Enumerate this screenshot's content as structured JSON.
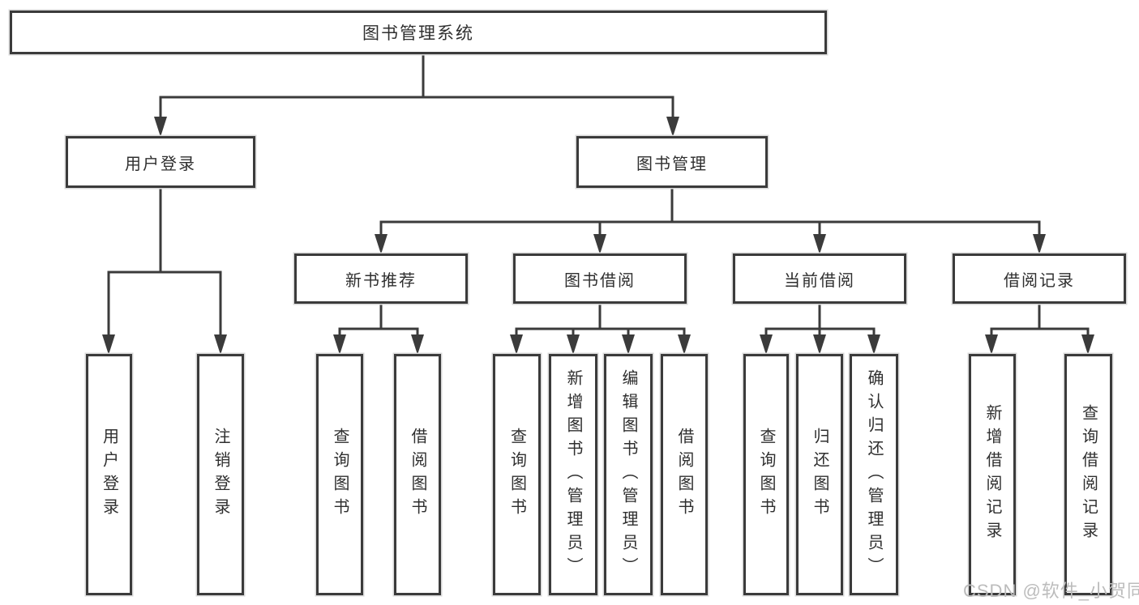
{
  "diagram": {
    "background": "#ffffff",
    "line_color": "#3b3b3b",
    "text_color": "#2f2f2f",
    "watermark": {
      "text": "CSDN @软件_小贺同学",
      "color": "#bcbcbc"
    },
    "tree": {
      "root": {
        "label": "图书管理系统",
        "children": [
          {
            "label": "用户登录",
            "children": [
              {
                "label": "用户登录"
              },
              {
                "label": "注销登录"
              }
            ]
          },
          {
            "label": "图书管理",
            "children": [
              {
                "label": "新书推荐",
                "children": [
                  {
                    "label": "查询图书"
                  },
                  {
                    "label": "借阅图书"
                  }
                ]
              },
              {
                "label": "图书借阅",
                "children": [
                  {
                    "label": "查询图书"
                  },
                  {
                    "label": "新增图书（管理员）"
                  },
                  {
                    "label": "编辑图书（管理员）"
                  },
                  {
                    "label": "借阅图书"
                  }
                ]
              },
              {
                "label": "当前借阅",
                "children": [
                  {
                    "label": "查询图书"
                  },
                  {
                    "label": "归还图书"
                  },
                  {
                    "label": "确认归还（管理员）"
                  }
                ]
              },
              {
                "label": "借阅记录",
                "children": [
                  {
                    "label": "新增借阅记录"
                  },
                  {
                    "label": "查询借阅记录"
                  }
                ]
              }
            ]
          }
        ]
      }
    }
  }
}
